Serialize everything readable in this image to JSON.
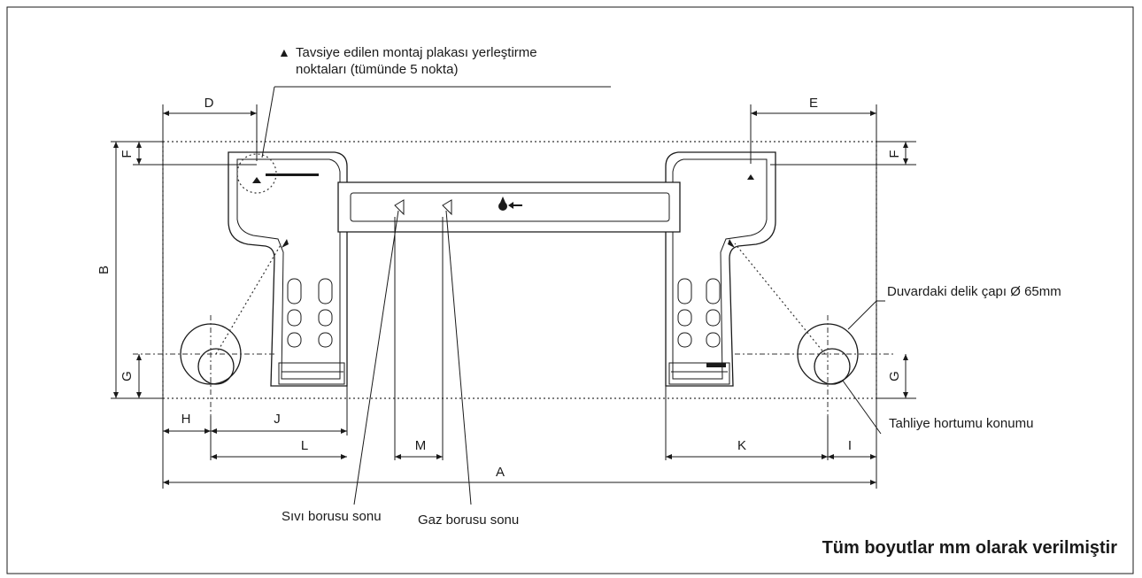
{
  "labels": {
    "note_line1": "Tavsiye edilen montaj plakası yerleştirme",
    "note_line2": "noktaları (tümünde 5 nokta)",
    "wall_hole": "Duvardaki delik çapı Ø 65mm",
    "drain_hose": "Tahliye hortumu konumu",
    "liquid_pipe": "Sıvı borusu sonu",
    "gas_pipe": "Gaz borusu sonu",
    "footer": "Tüm boyutlar mm olarak verilmiştir"
  },
  "dimensions": {
    "A": "A",
    "B": "B",
    "D": "D",
    "E": "E",
    "F": "F",
    "G": "G",
    "H": "H",
    "I": "I",
    "J": "J",
    "K": "K",
    "L": "L",
    "M": "M"
  },
  "icons": {
    "arrow_up": "▲",
    "drop_arrow": "drop-with-arrow-icon"
  }
}
